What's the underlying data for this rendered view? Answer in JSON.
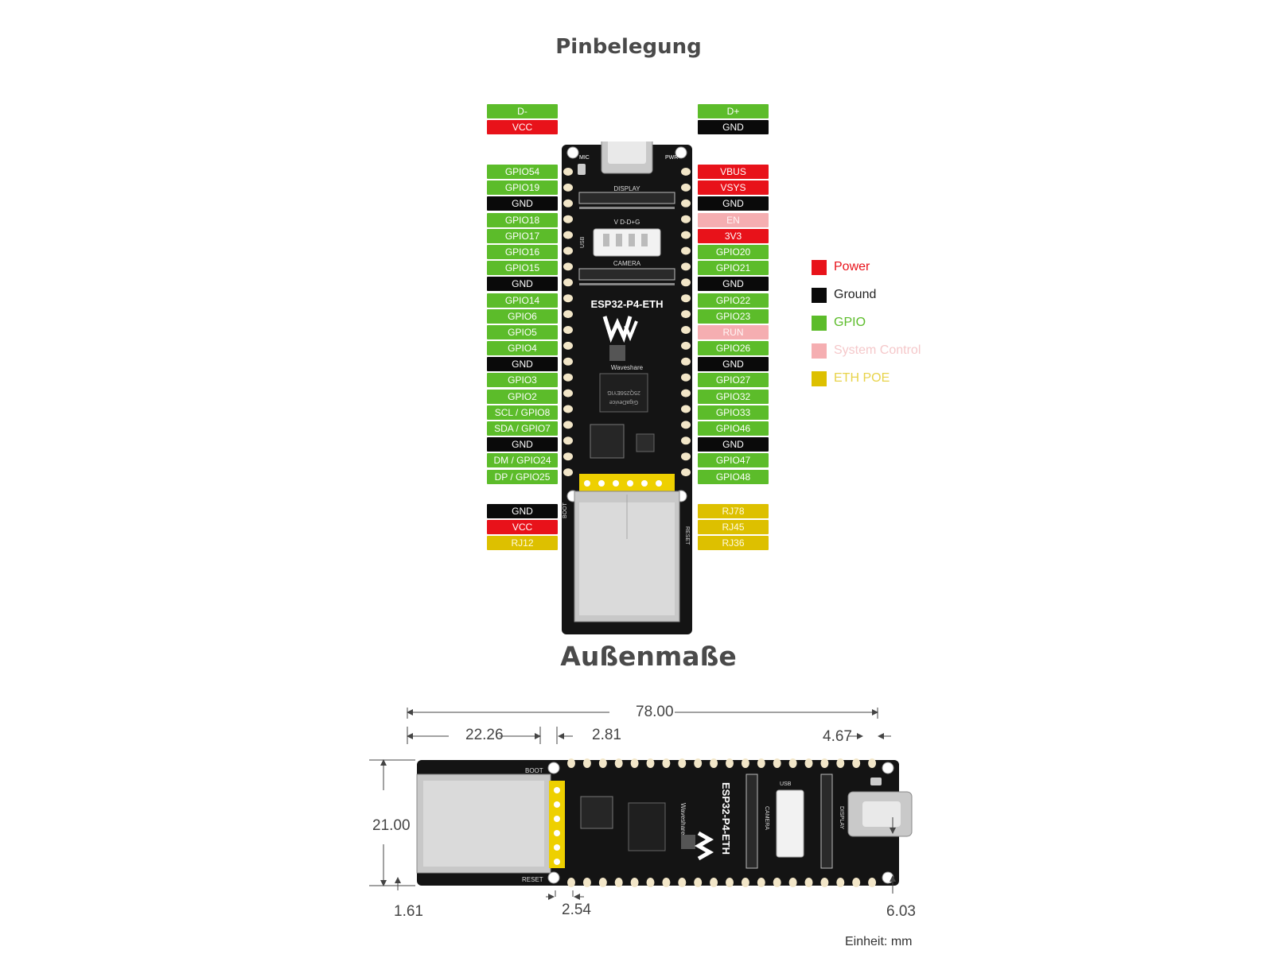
{
  "titles": {
    "pinout": "Pinbelegung",
    "dimensions": "Außenmaße"
  },
  "colors": {
    "power": "#e8121a",
    "ground": "#0a0a0a",
    "gpio": "#5cbc2a",
    "system_control": "#f5aeb1",
    "eth_poe": "#ddc000",
    "pcb": "#141414",
    "pad": "#f2e6c8"
  },
  "pins": {
    "left_top": [
      {
        "label": "D-",
        "type": "gpio"
      },
      {
        "label": "VCC",
        "type": "power"
      }
    ],
    "right_top": [
      {
        "label": "D+",
        "type": "gpio"
      },
      {
        "label": "GND",
        "type": "ground"
      }
    ],
    "left_main": [
      {
        "label": "GPIO54",
        "type": "gpio"
      },
      {
        "label": "GPIO19",
        "type": "gpio"
      },
      {
        "label": "GND",
        "type": "ground"
      },
      {
        "label": "GPIO18",
        "type": "gpio"
      },
      {
        "label": "GPIO17",
        "type": "gpio"
      },
      {
        "label": "GPIO16",
        "type": "gpio"
      },
      {
        "label": "GPIO15",
        "type": "gpio"
      },
      {
        "label": "GND",
        "type": "ground"
      },
      {
        "label": "GPIO14",
        "type": "gpio"
      },
      {
        "label": "GPIO6",
        "type": "gpio"
      },
      {
        "label": "GPIO5",
        "type": "gpio"
      },
      {
        "label": "GPIO4",
        "type": "gpio"
      },
      {
        "label": "GND",
        "type": "ground"
      },
      {
        "label": "GPIO3",
        "type": "gpio"
      },
      {
        "label": "GPIO2",
        "type": "gpio"
      },
      {
        "label": "SCL / GPIO8",
        "type": "gpio"
      },
      {
        "label": "SDA / GPIO7",
        "type": "gpio"
      },
      {
        "label": "GND",
        "type": "ground"
      },
      {
        "label": "DM / GPIO24",
        "type": "gpio"
      },
      {
        "label": "DP / GPIO25",
        "type": "gpio"
      }
    ],
    "right_main": [
      {
        "label": "VBUS",
        "type": "power"
      },
      {
        "label": "VSYS",
        "type": "power"
      },
      {
        "label": "GND",
        "type": "ground"
      },
      {
        "label": "EN",
        "type": "sys"
      },
      {
        "label": "3V3",
        "type": "power"
      },
      {
        "label": "GPIO20",
        "type": "gpio"
      },
      {
        "label": "GPIO21",
        "type": "gpio"
      },
      {
        "label": "GND",
        "type": "ground"
      },
      {
        "label": "GPIO22",
        "type": "gpio"
      },
      {
        "label": "GPIO23",
        "type": "gpio"
      },
      {
        "label": "RUN",
        "type": "sys"
      },
      {
        "label": "GPIO26",
        "type": "gpio"
      },
      {
        "label": "GND",
        "type": "ground"
      },
      {
        "label": "GPIO27",
        "type": "gpio"
      },
      {
        "label": "GPIO32",
        "type": "gpio"
      },
      {
        "label": "GPIO33",
        "type": "gpio"
      },
      {
        "label": "GPIO46",
        "type": "gpio"
      },
      {
        "label": "GND",
        "type": "ground"
      },
      {
        "label": "GPIO47",
        "type": "gpio"
      },
      {
        "label": "GPIO48",
        "type": "gpio"
      }
    ],
    "left_bottom": [
      {
        "label": "GND",
        "type": "ground"
      },
      {
        "label": "VCC",
        "type": "power"
      },
      {
        "label": "RJ12",
        "type": "eth"
      }
    ],
    "right_bottom": [
      {
        "label": "RJ78",
        "type": "eth"
      },
      {
        "label": "RJ45",
        "type": "eth"
      },
      {
        "label": "RJ36",
        "type": "eth"
      }
    ]
  },
  "legend": [
    {
      "label": "Power",
      "color": "#e8121a",
      "text_color": "#e8121a"
    },
    {
      "label": "Ground",
      "color": "#0a0a0a",
      "text_color": "#222222"
    },
    {
      "label": "GPIO",
      "color": "#5cbc2a",
      "text_color": "#5cbc2a"
    },
    {
      "label": "System Control",
      "color": "#f5aeb1",
      "text_color": "#f5c8ca"
    },
    {
      "label": "ETH POE",
      "color": "#ddc000",
      "text_color": "#e8d34a"
    }
  ],
  "board_labels": {
    "board_name": "ESP32-P4-ETH",
    "mic": "MIC",
    "pwr": "PWR",
    "display": "DISPLAY",
    "camera": "CAMERA",
    "usb": "USB",
    "vdd": "V D-D+G",
    "waveshare": "Waveshare",
    "boot": "BOOT",
    "reset": "RESET",
    "chip_brand": "GigaDevice",
    "chip_model": "25Q256EYIG"
  },
  "dimensions": {
    "total_length": "78.00",
    "jack_length": "22.26",
    "header_offset": "2.81",
    "right_offset": "4.67",
    "width": "21.00",
    "edge_offset": "1.61",
    "pin_pitch": "2.54",
    "usb_offset": "6.03",
    "unit": "Einheit: mm"
  }
}
